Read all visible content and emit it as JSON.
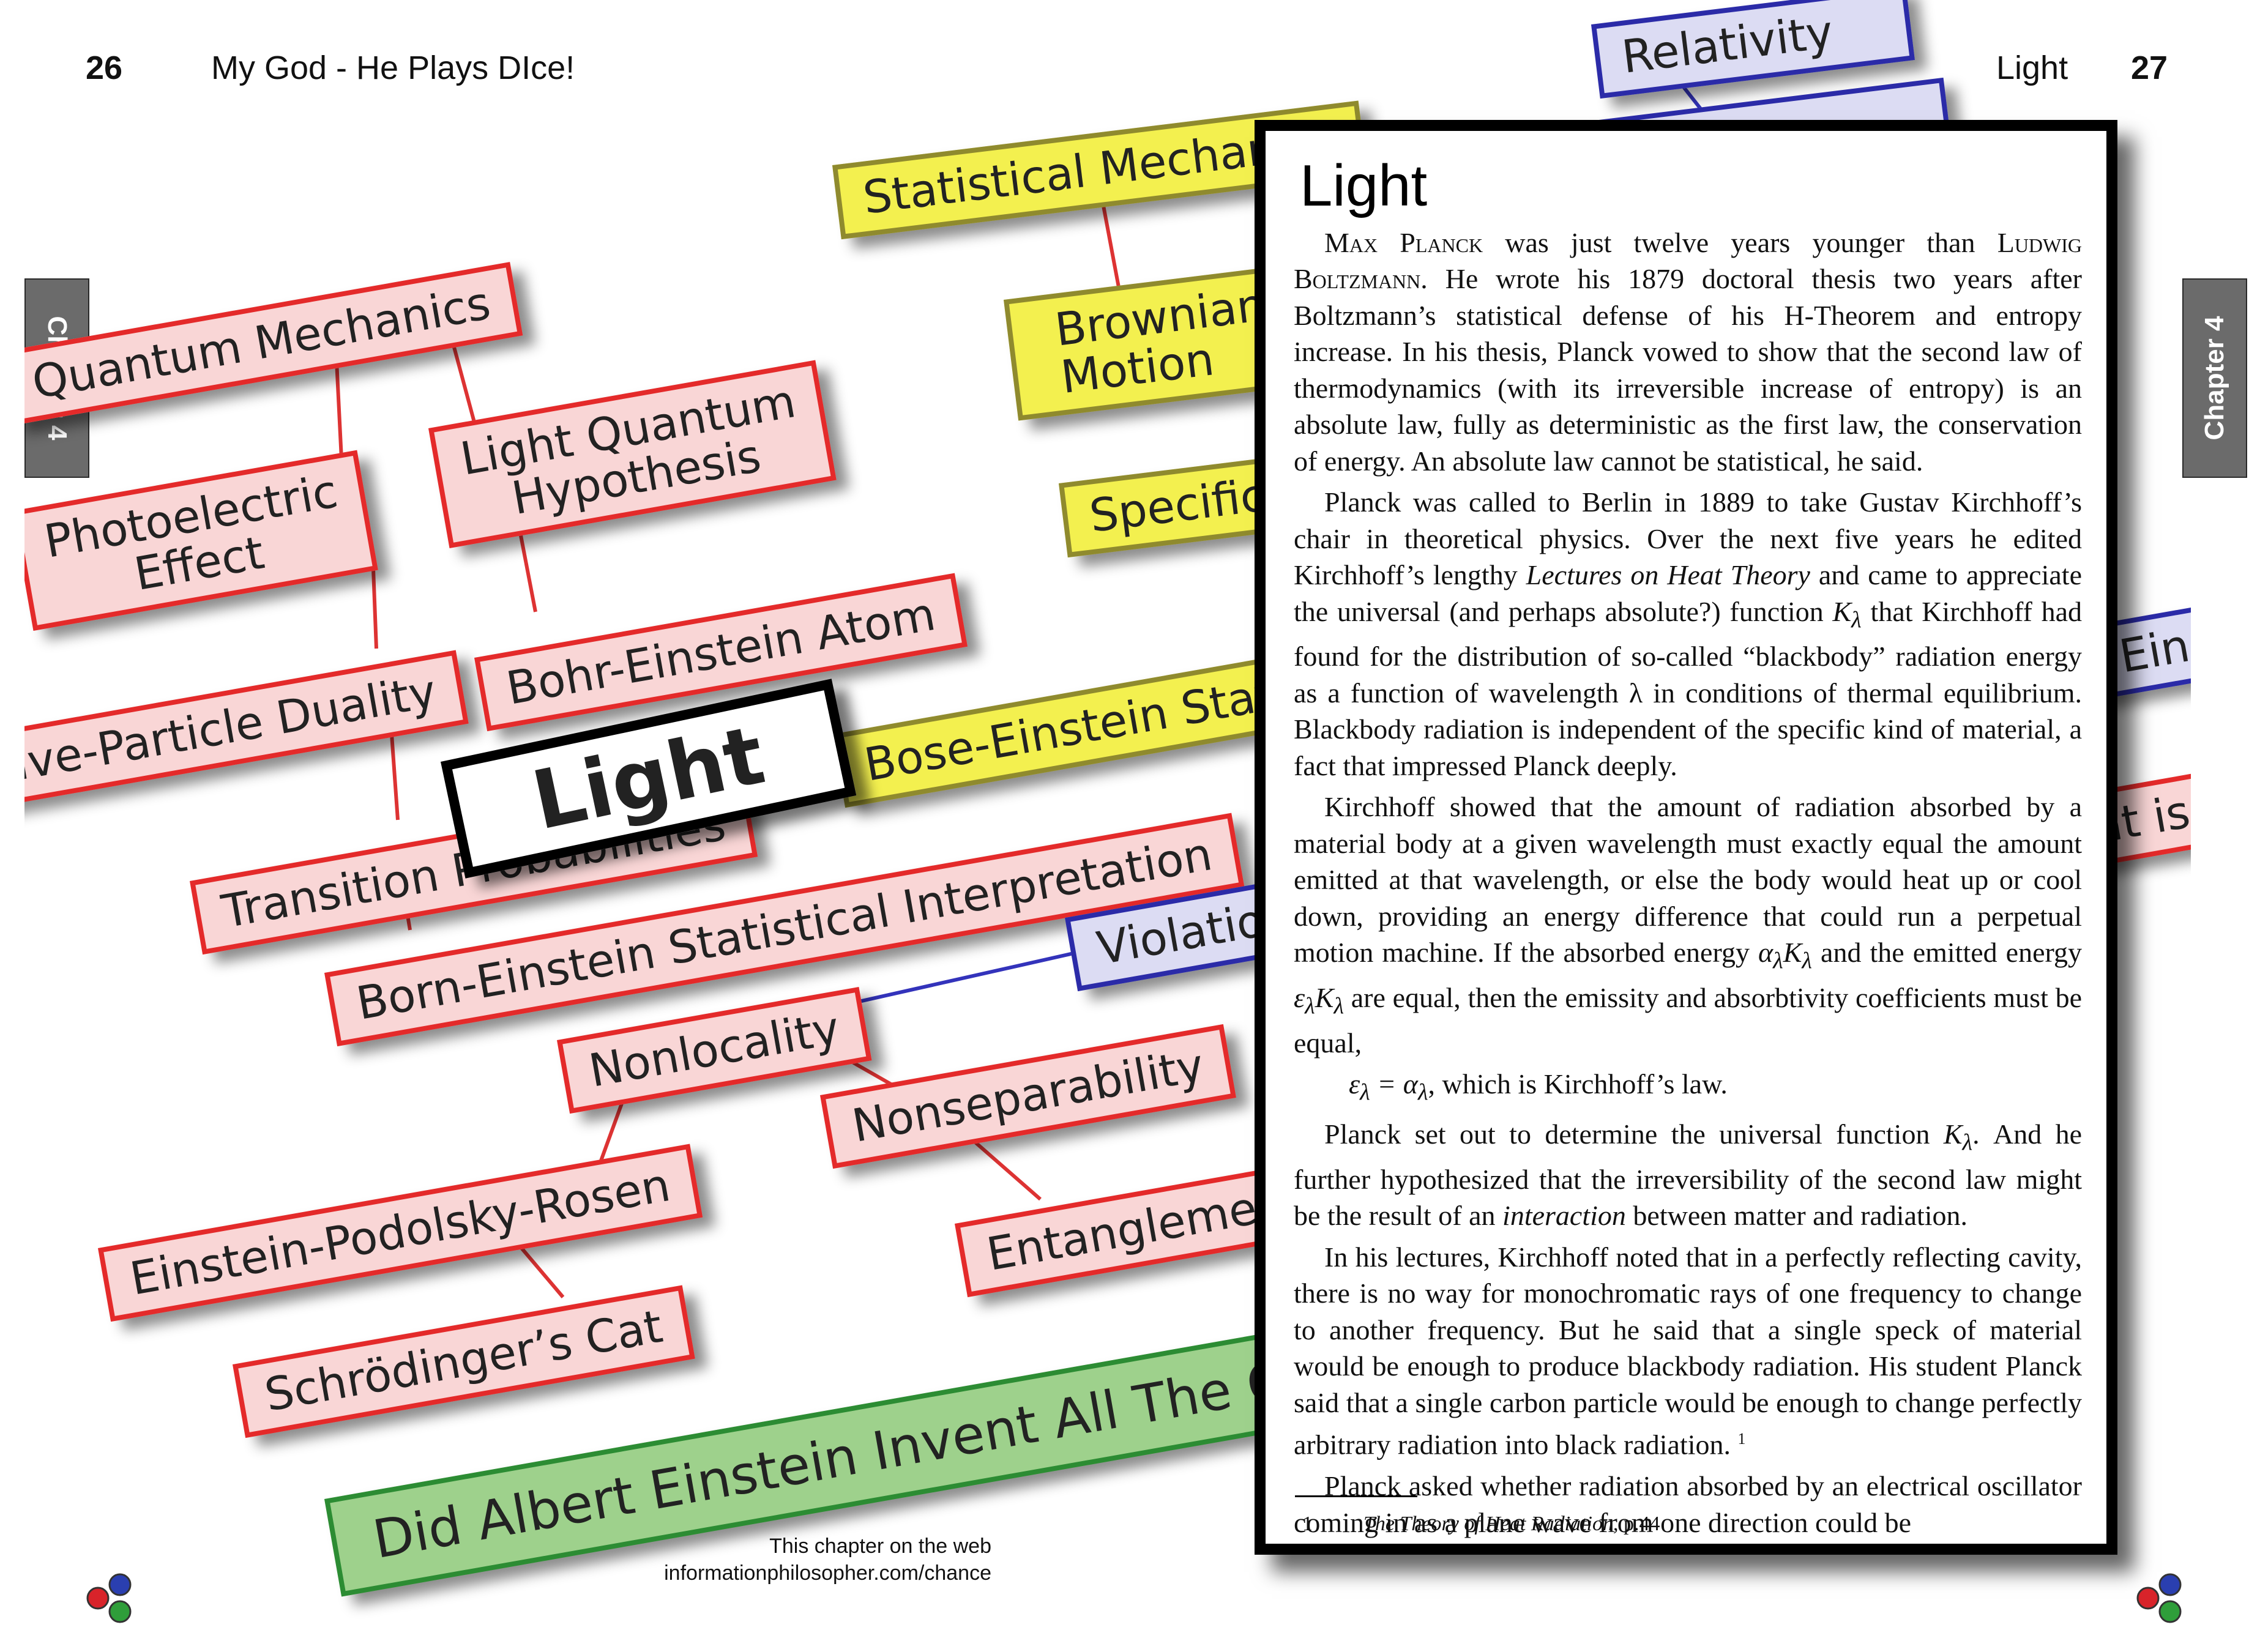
{
  "header": {
    "left_page_number": "26",
    "left_running_title": "My God - He Plays DIce!",
    "right_running_title": "Light",
    "right_page_number": "27"
  },
  "chapter_tab": {
    "label": "Chapter 4"
  },
  "concept_map": {
    "center": "Light",
    "nodes": {
      "quantum_mechanics": "Quantum Mechanics",
      "photoelectric_effect": "Photoelectric\nEffect",
      "light_quantum_hypothesis": "Light Quantum\nHypothesis",
      "wave_particle_duality": "Wave-Particle Duality",
      "bohr_einstein_atom": "Bohr-Einstein Atom",
      "transition_probabilities": "Transition Probabilities",
      "born_einstein": "Born-Einstein Statistical Interpretation",
      "nonlocality": "Nonlocality",
      "nonseparability": "Nonseparability",
      "epr": "Einstein-Podolsky-Rosen",
      "schrodingers_cat": "Schrödinger’s Cat",
      "entanglement": "Entanglement",
      "did_einstein": "Did Albert Einstein Invent All The Quantum Theory?",
      "statistical_mechanics": "Statistical Mechanics",
      "brownian_motion": "Brownian\nMotion",
      "specific_heat": "Specific Heat",
      "bose_einstein": "Bose-Einstein Statistics",
      "violation": "Violation",
      "relativity": "Relativity",
      "what_is_real": "What is Real?",
      "blue_mid": "Ein"
    }
  },
  "article": {
    "title": "Light",
    "p1_lead_name1": "Max Planck",
    "p1_text1": " was just twelve years younger than ",
    "p1_lead_name2": "Ludwig Boltzmann",
    "p1_text2": ". He wrote his 1879 doctoral thesis two years after Boltzmann’s statistical defense of his H-Theorem and entropy increase. In his thesis, Planck vowed to show that the second law of thermodynamics (with its irreversible increase of entropy) is an absolute law, fully as deterministic as the first law, the conservation of energy. An absolute law cannot be statistical, he said.",
    "p2_text1": "Planck was called to Berlin in 1889 to take Gustav Kirchhoff’s chair in theoretical physics. Over the next five years he edited Kirchhoff’s lengthy ",
    "p2_italic": "Lectures on Heat Theory",
    "p2_text2": " and came to appreciate the universal (and perhaps absolute?) function ",
    "p2_text3": " that Kirchhoff had found for the distribution of so-called “blackbody” radiation energy as a function of wavelength λ in conditions of thermal equilibrium. Blackbody radiation is independent of the specific kind of material, a fact that impressed Planck deeply.",
    "p3_text1": "Kirchhoff showed that the amount of radiation absorbed by a material body at a given wavelength must exactly equal the amount emitted at that wavelength, or else the body would heat up or cool down, providing an energy difference that could run a perpetual motion machine. If the absorbed energy ",
    "p3_text2": " and the emitted energy ",
    "p3_text3": " are equal, then the emissity and absorbtivity coefficients must be equal,",
    "eq_text": ", which is Kirchhoff’s law.",
    "p4_text1": "Planck set out to determine the universal function ",
    "p4_text2": ". And he further hypothesized that the irreversibility of the second law might be the result of an ",
    "p4_italic": "interaction",
    "p4_text3": " between matter and radiation.",
    "p5_text1": "In his lectures, Kirchhoff noted that in a perfectly reflecting cavity, there is no way for monochromatic rays of one frequency to change to another frequency. But he said that a single speck of material would be enough to produce blackbody radiation. His student Planck said that a single carbon particle would be enough to change perfectly arbitrary radiation into black radiation.",
    "p5_note": "1",
    "p6_text": "Planck asked whether radiation absorbed by an electrical oscillator coming in as a plane wave from one direction could be",
    "footnote_number": "1",
    "footnote_title": "The Theory of Heat Radiation",
    "footnote_page": ", p.44"
  },
  "web_note": {
    "line1": "This chapter on the web",
    "line2": "informationphilosopher.com/chance"
  },
  "logo_colors": {
    "red": "#d8232a",
    "blue": "#2a3fb0",
    "green": "#2f9e3a"
  }
}
